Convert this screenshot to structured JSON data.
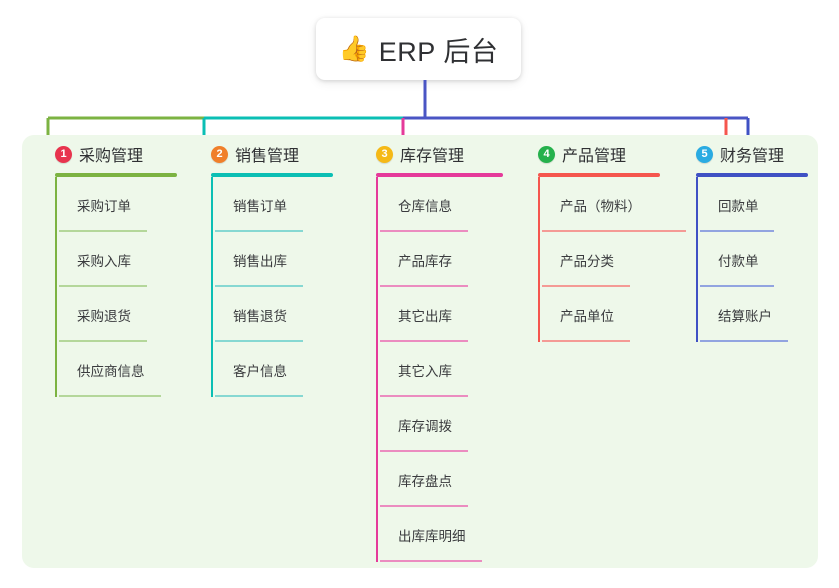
{
  "root": {
    "icon": "thumbs-up-icon",
    "icon_glyph": "👍",
    "title": "ERP 后台"
  },
  "palette": {
    "panel_background": "#eef8ea",
    "page_background": "#ffffff",
    "root_stem": "#4a55c4",
    "text": "#3a3b3e"
  },
  "columns": [
    {
      "number": "1",
      "title": "采购管理",
      "badge_color": "#e8344e",
      "line_color": "#7cb342",
      "soft_line_color": "#b4d79a",
      "items": [
        "采购订单",
        "采购入库",
        "采购退货",
        "供应商信息"
      ]
    },
    {
      "number": "2",
      "title": "销售管理",
      "badge_color": "#f07f2a",
      "line_color": "#0bbfb4",
      "soft_line_color": "#86d8d2",
      "items": [
        "销售订单",
        "销售出库",
        "销售退货",
        "客户信息"
      ]
    },
    {
      "number": "3",
      "title": "库存管理",
      "badge_color": "#f5b917",
      "line_color": "#e53a9a",
      "soft_line_color": "#eb8cc0",
      "items": [
        "仓库信息",
        "产品库存",
        "其它出库",
        "其它入库",
        "库存调拨",
        "库存盘点",
        "出库库明细"
      ]
    },
    {
      "number": "4",
      "title": "产品管理",
      "badge_color": "#25b14c",
      "line_color": "#f5564e",
      "soft_line_color": "#f49a95",
      "items": [
        "产品（物料）",
        "产品分类",
        "产品单位"
      ]
    },
    {
      "number": "5",
      "title": "财务管理",
      "badge_color": "#2aabe2",
      "line_color": "#3f51c4",
      "soft_line_color": "#92a4e0",
      "items": [
        "回款单",
        "付款单",
        "结算账户"
      ]
    }
  ]
}
